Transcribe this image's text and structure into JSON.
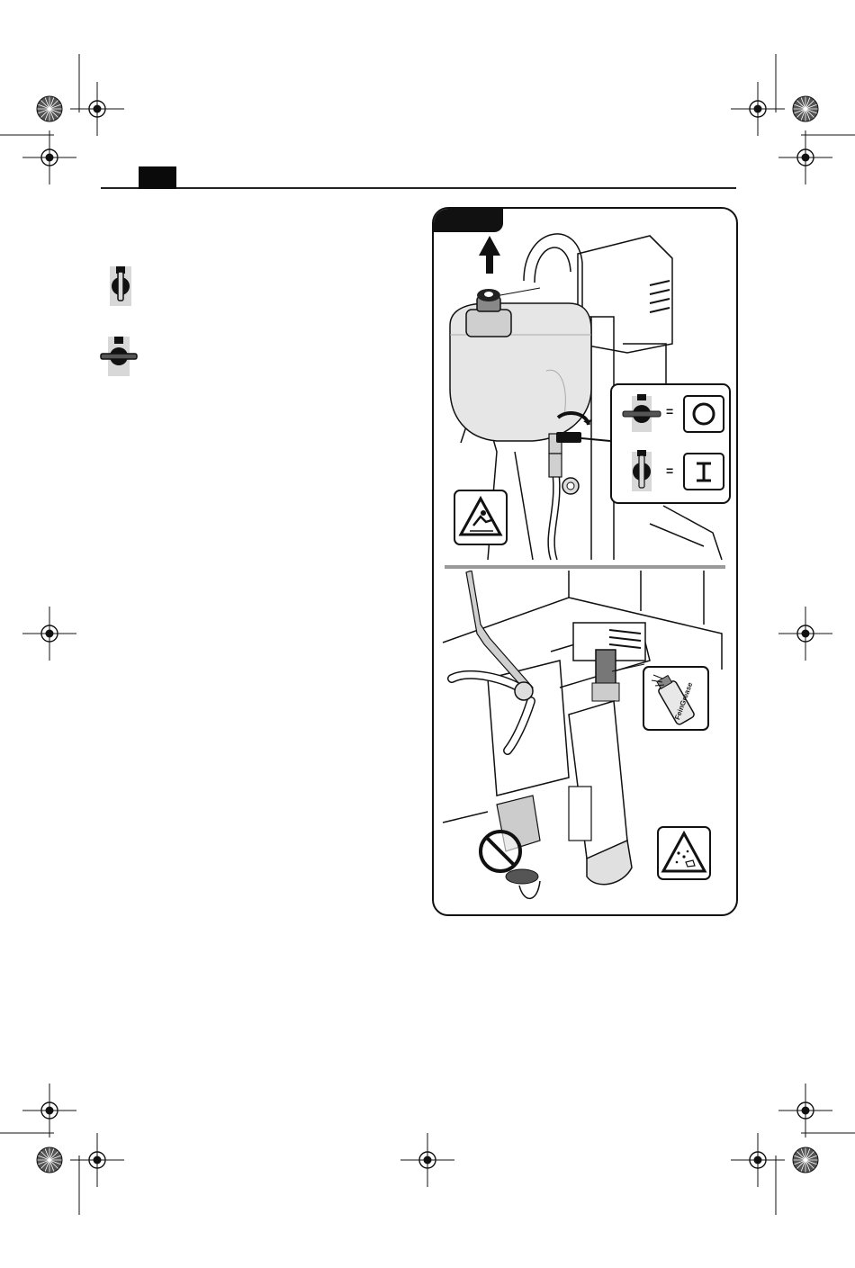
{
  "header": {
    "tab_label": ""
  },
  "valve_legend": [
    {
      "icon": "valve-vertical-icon",
      "meaning": ""
    },
    {
      "icon": "valve-horizontal-icon",
      "meaning": ""
    }
  ],
  "figure": {
    "label": "",
    "top_panel": {
      "callout": [
        {
          "icon": "valve-horizontal-icon",
          "equals": "=",
          "state_symbol": "O"
        },
        {
          "icon": "valve-vertical-icon",
          "equals": "=",
          "state_symbol": "I"
        }
      ],
      "warning": "slip-hazard-warning-icon"
    },
    "bottom_panel": {
      "spray_can_text": "FeinGrease",
      "warning": "debris-hazard-warning-icon",
      "prohibition": "prohibited-icon"
    }
  },
  "colors": {
    "ink": "#111111",
    "gray": "#9a9a9a",
    "light_gray": "#d8d8d8"
  }
}
